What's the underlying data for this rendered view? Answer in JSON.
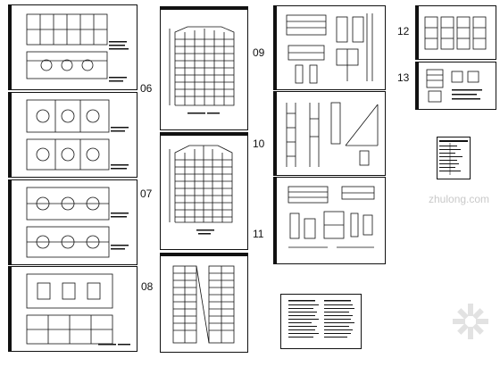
{
  "labels": {
    "n06": "06",
    "n07": "07",
    "n08": "08",
    "n09": "09",
    "n10": "10",
    "n11": "11",
    "n12": "12",
    "n13": "13"
  },
  "watermark": {
    "text": "zhulong.com"
  },
  "colors": {
    "line": "#111111",
    "paper": "#ffffff",
    "watermark": "#c9c9c9"
  }
}
